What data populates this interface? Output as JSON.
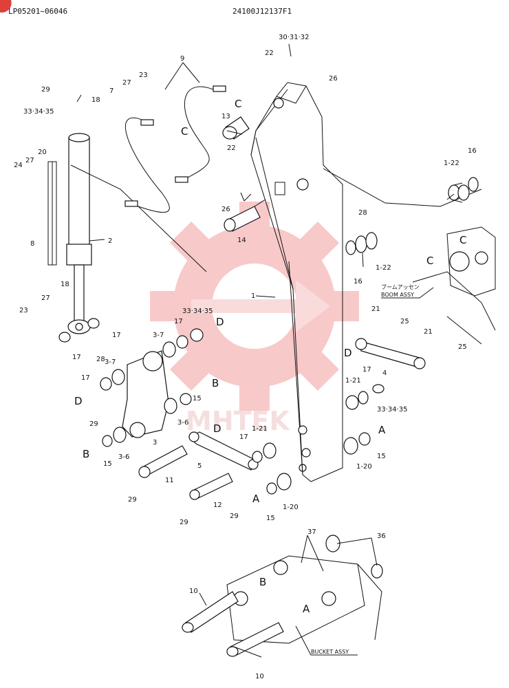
{
  "header": {
    "serial_range": "LP05201~06046",
    "drawing_number": "24100J12137F1"
  },
  "assembly_labels": {
    "boom": [
      "ブームアッセン",
      "BOOM ASSY"
    ],
    "bucket": "BUCKET ASSY"
  },
  "watermark": {
    "text": "MHTEK",
    "color": "#f08080"
  },
  "callouts": {
    "c_30_31_32": "30·31·32",
    "c_22a": "22",
    "c_26a": "26",
    "c_9": "9",
    "c_23a": "23",
    "c_27a": "27",
    "c_7": "7",
    "c_18a": "18",
    "c_29a": "29",
    "c_33_34_35a": "33·34·35",
    "c_13": "13",
    "c_22b": "22",
    "c_16a": "16",
    "c_1_22a": "1-22",
    "c_20": "20",
    "c_27b": "27",
    "c_24": "24",
    "c_26b": "26",
    "c_28a": "28",
    "c_14": "14",
    "c_8": "8",
    "c_2": "2",
    "c_1_22b": "1-22",
    "c_16b": "16",
    "c_23b": "23",
    "c_27c": "27",
    "c_18b": "18",
    "c_1": "1",
    "c_21a": "21",
    "c_25a": "25",
    "c_21b": "21",
    "c_33_34_35b": "33·34·35",
    "c_17a": "17",
    "c_17b": "17",
    "c_3_7a": "3-7",
    "c_28b": "28",
    "c_17c": "17",
    "c_3_7b": "3-7",
    "c_17d": "17",
    "c_25b": "25",
    "c_4": "4",
    "c_17e": "17",
    "c_1_21a": "1-21",
    "c_33_34_35c": "33·34·35",
    "c_29b": "29",
    "c_3_6a": "3-6",
    "c_15a": "15",
    "c_3": "3",
    "c_3_6b": "3-6",
    "c_15b": "15",
    "c_17f": "17",
    "c_1_21b": "1-21",
    "c_5": "5",
    "c_15c": "15",
    "c_1_20a": "1-20",
    "c_11": "11",
    "c_29c": "29",
    "c_12": "12",
    "c_29d": "29",
    "c_29e": "29",
    "c_15d": "15",
    "c_1_20b": "1-20",
    "c_37": "37",
    "c_36": "36",
    "c_10a": "10",
    "c_10b": "10"
  },
  "ref_letters": {
    "C1": "C",
    "C2": "C",
    "C3": "C",
    "C4": "C",
    "D1": "D",
    "D2": "D",
    "D3": "D",
    "D4": "D",
    "B1": "B",
    "B2": "B",
    "B3": "B",
    "A1": "A",
    "A2": "A",
    "A3": "A"
  }
}
